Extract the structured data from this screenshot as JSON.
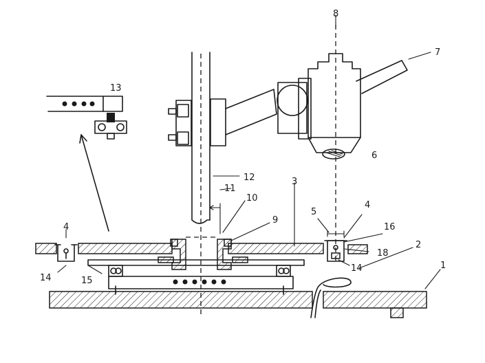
{
  "labels": {
    "l1": "1",
    "l2": "2",
    "l3": "3",
    "l4a": "4",
    "l4b": "4",
    "l5": "5",
    "l6": "6",
    "l7": "7",
    "l8": "8",
    "l9": "9",
    "l10": "10",
    "l11": "11",
    "l12": "12",
    "l13": "13",
    "l14a": "14",
    "l14b": "14",
    "l15": "15",
    "l16": "16",
    "l18": "18"
  }
}
